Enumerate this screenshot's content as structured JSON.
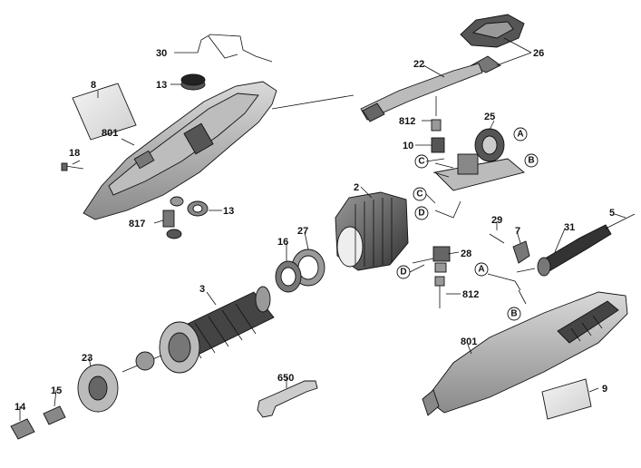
{
  "callouts": {
    "c30": "30",
    "c13a": "13",
    "c8": "8",
    "c801a": "801",
    "c18": "18",
    "c817": "817",
    "c13b": "13",
    "c22": "22",
    "c26": "26",
    "c812a": "812",
    "c10": "10",
    "c25": "25",
    "c2": "2",
    "c27": "27",
    "c16": "16",
    "c3": "3",
    "c28": "28",
    "c812b": "812",
    "c29": "29",
    "c7": "7",
    "c31": "31",
    "c5": "5",
    "c23": "23",
    "c15": "15",
    "c14": "14",
    "c650": "650",
    "c801b": "801",
    "c9": "9"
  },
  "connectors": {
    "A": "A",
    "B": "B",
    "C": "C",
    "D": "D"
  }
}
